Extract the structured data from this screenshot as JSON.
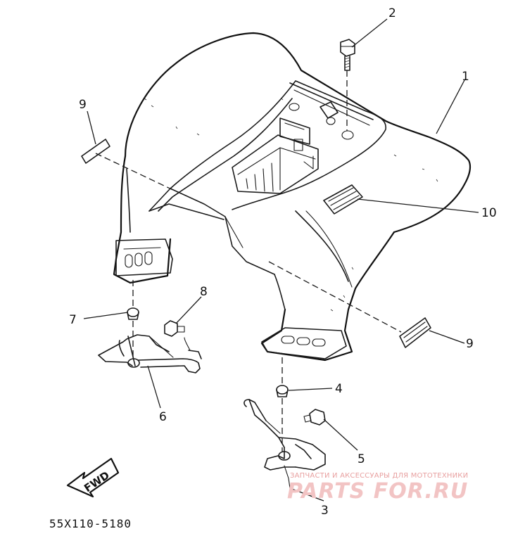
{
  "diagram": {
    "drawing_code": "55X110-5180",
    "fwd_label": "FWD",
    "callouts": {
      "c1": "1",
      "c2": "2",
      "c3": "3",
      "c4": "4",
      "c5": "5",
      "c6": "6",
      "c7": "7",
      "c8": "8",
      "c9a": "9",
      "c9b": "9",
      "c10": "10"
    }
  },
  "watermark": {
    "tagline": "ЗАПЧАСТИ И АКСЕССУАРЫ ДЛЯ МОТОТЕХНИКИ",
    "logo": "PARTS FOR.RU"
  },
  "colors": {
    "line": "#1a1a1a",
    "watermark": "#e8a0a0"
  }
}
